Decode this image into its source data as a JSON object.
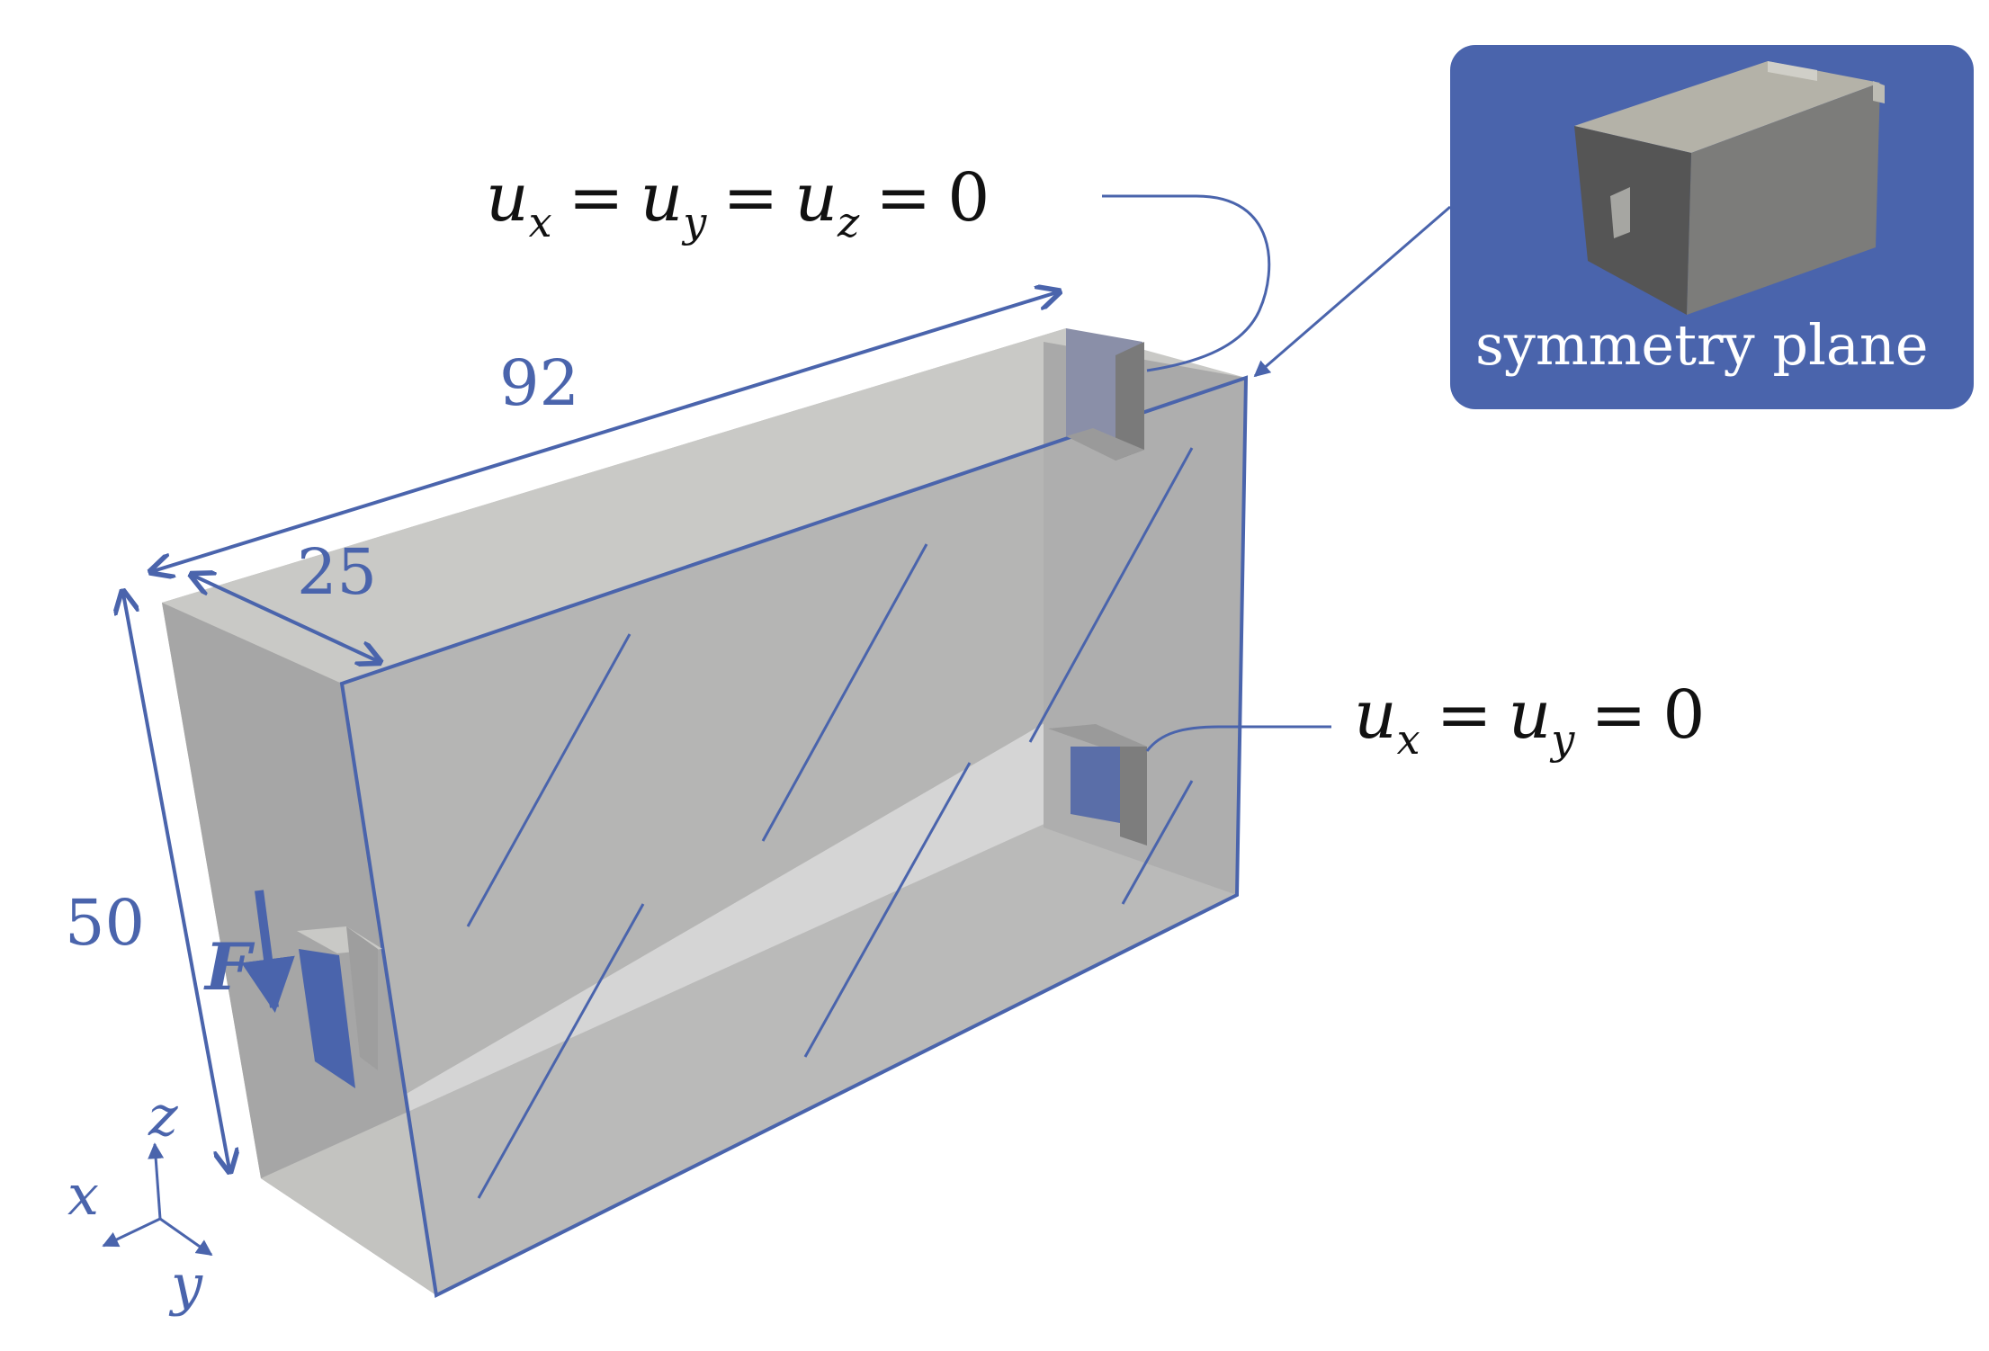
{
  "dimensions": {
    "length": "92",
    "width": "25",
    "height": "50"
  },
  "boundary_conditions": {
    "fixed": {
      "u": "u",
      "sub_x": "x",
      "sub_y": "y",
      "sub_z": "z",
      "eq": "=",
      "zero": "0"
    },
    "roller": {
      "u": "u",
      "sub_x": "x",
      "sub_y": "y",
      "eq": "=",
      "zero": "0"
    }
  },
  "load": {
    "label": "F"
  },
  "axes": {
    "x": "x",
    "y": "y",
    "z": "z"
  },
  "inset": {
    "caption": "symmetry plane"
  },
  "colors": {
    "accent": "#4a64ac",
    "inset_background": "#4a64ac",
    "solid_top": "#c9c9c6",
    "solid_side": "#a9a9a9",
    "solid_front": "#b5b5b5"
  }
}
